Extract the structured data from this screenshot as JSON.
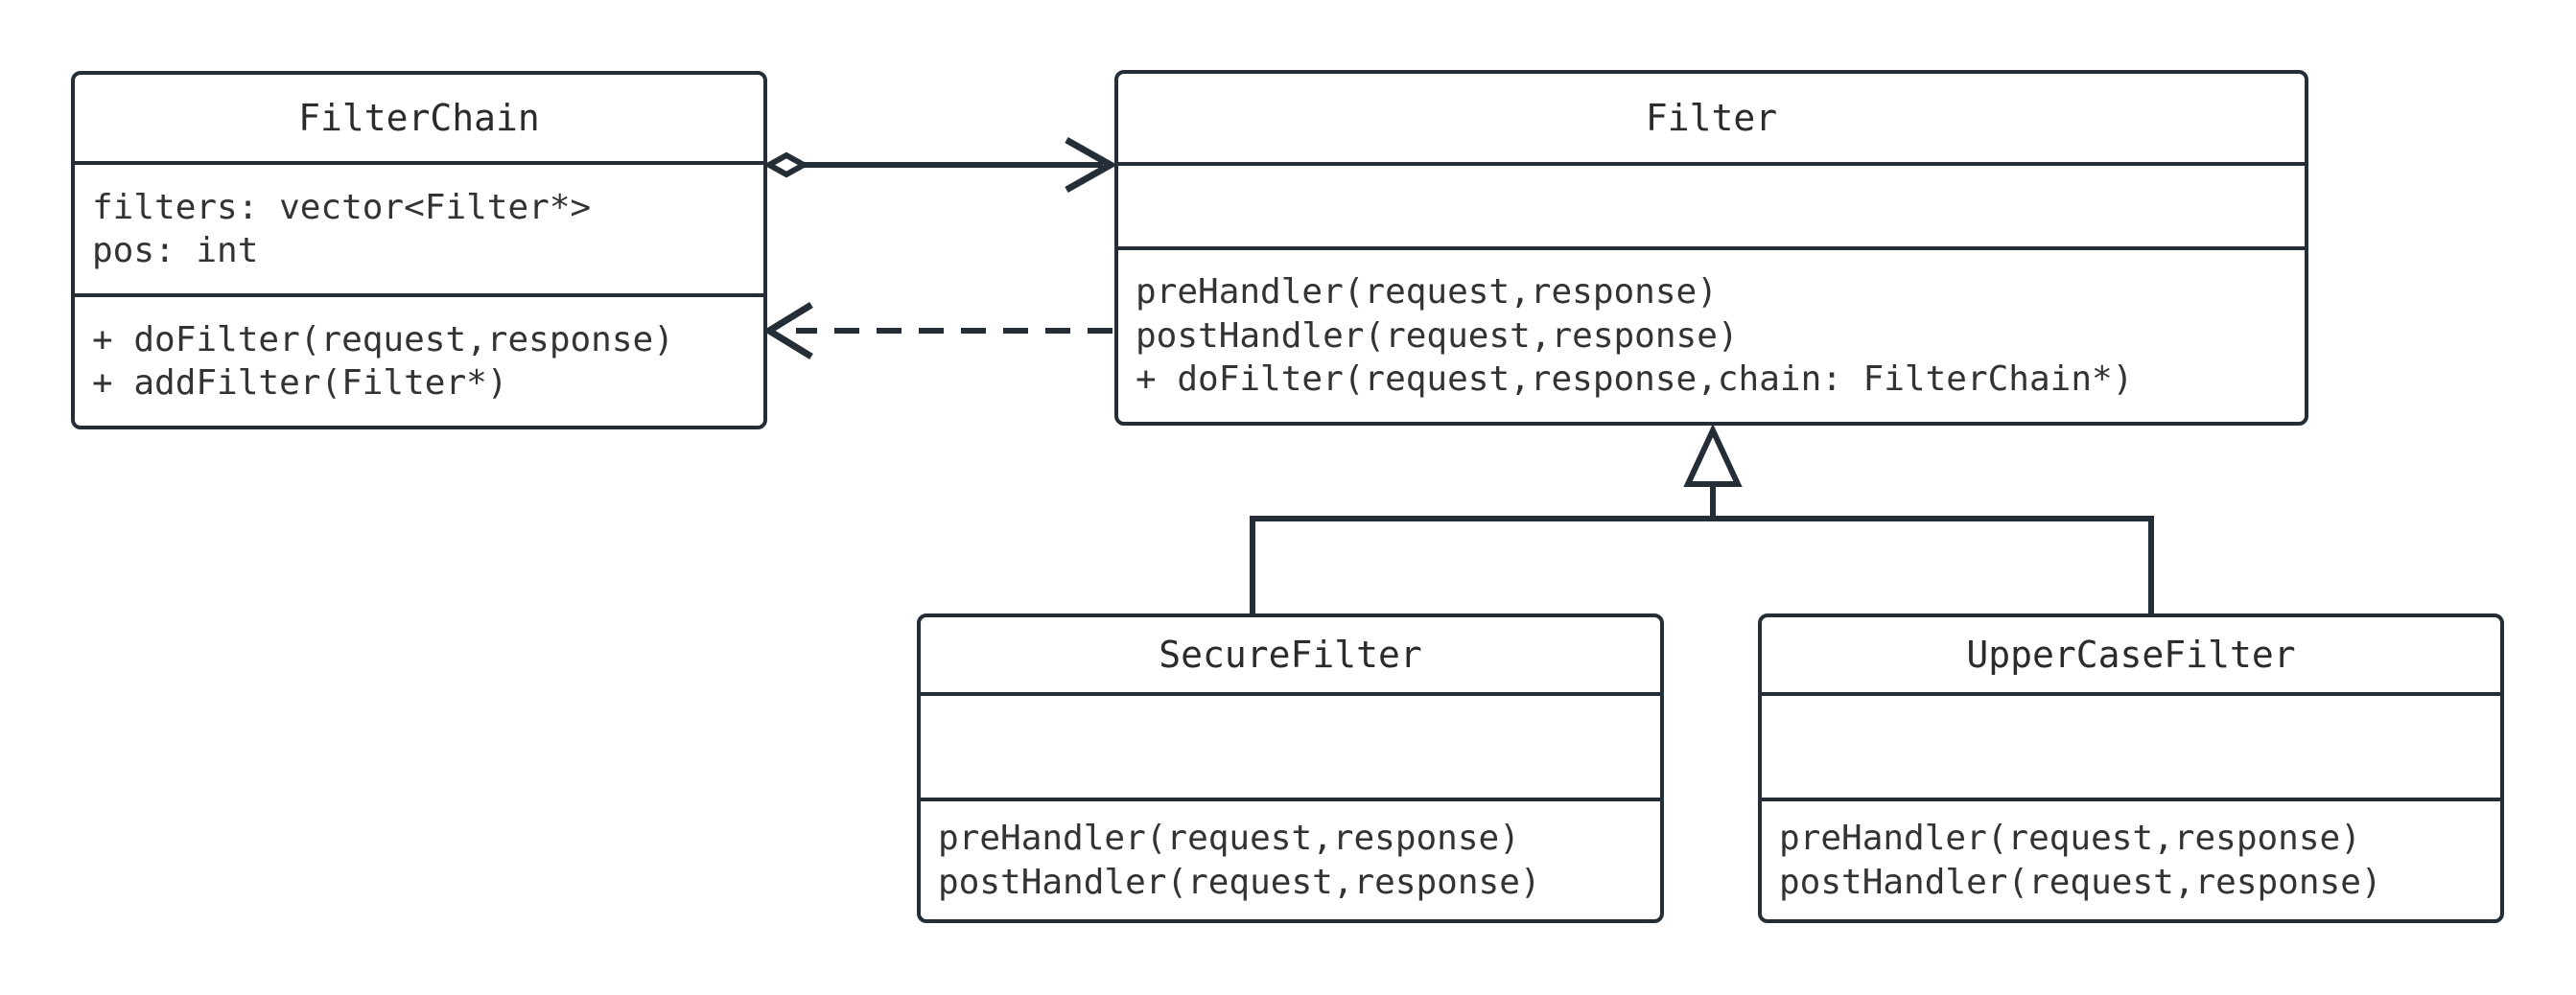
{
  "diagram": {
    "kind": "uml-class-diagram",
    "background_color": "#ffffff",
    "stroke_color": "#252d36",
    "text_color": "#333333",
    "classes": [
      {
        "id": "filterchain",
        "name": "FilterChain",
        "attributes": [
          "filters: vector<Filter*>",
          "pos: int"
        ],
        "operations": [
          "+ doFilter(request,response)",
          "+ addFilter(Filter*)"
        ]
      },
      {
        "id": "filter",
        "name": "Filter",
        "attributes": [],
        "operations": [
          "preHandler(request,response)",
          "postHandler(request,response)",
          "+ doFilter(request,response,chain: FilterChain*)"
        ]
      },
      {
        "id": "securefilter",
        "name": "SecureFilter",
        "attributes": [],
        "operations": [
          "preHandler(request,response)",
          "postHandler(request,response)"
        ]
      },
      {
        "id": "uppercasefilter",
        "name": "UpperCaseFilter",
        "attributes": [],
        "operations": [
          "preHandler(request,response)",
          "postHandler(request,response)"
        ]
      }
    ],
    "relations": [
      {
        "id": "aggregation",
        "type": "aggregation",
        "source": "FilterChain",
        "target": "Filter",
        "source_decoration": "hollow-diamond",
        "target_decoration": "open-arrow",
        "line_style": "solid",
        "label": ""
      },
      {
        "id": "dependency",
        "type": "dependency",
        "source": "Filter",
        "target": "FilterChain",
        "source_decoration": "none",
        "target_decoration": "open-arrow",
        "line_style": "dashed",
        "label": ""
      },
      {
        "id": "inheritance-secure",
        "type": "generalization",
        "source": "SecureFilter",
        "target": "Filter",
        "target_decoration": "hollow-triangle",
        "line_style": "solid",
        "label": ""
      },
      {
        "id": "inheritance-upper",
        "type": "generalization",
        "source": "UpperCaseFilter",
        "target": "Filter",
        "target_decoration": "hollow-triangle",
        "line_style": "solid",
        "label": ""
      }
    ]
  }
}
